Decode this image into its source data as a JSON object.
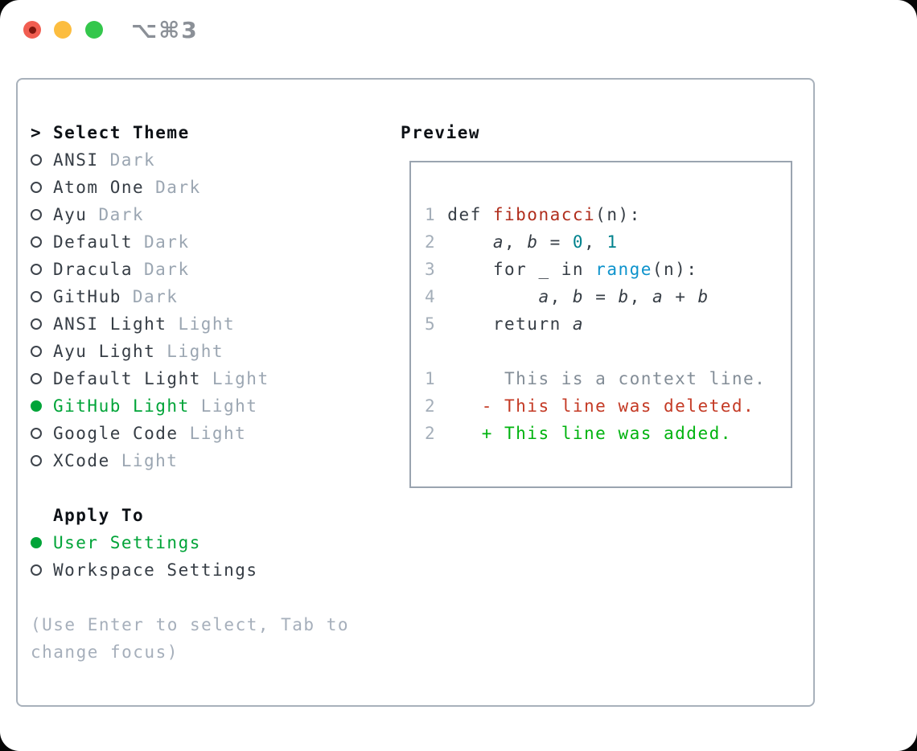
{
  "titlebar": {
    "shortcut": "⌥⌘3"
  },
  "colors": {
    "accent_green": "#00a438",
    "added_green": "#00b30f",
    "deleted_red": "#c43a25",
    "function_red": "#b02d1c",
    "number_teal": "#00828d",
    "call_blue": "#0e93cc",
    "text_dark": "#363d45",
    "muted_variant": "#9ba6b2",
    "hint_gray": "#a6afbb",
    "line_number_gray": "#a4aeb9",
    "context_gray": "#838d97"
  },
  "theme_picker": {
    "header_marker": ">",
    "header": "Select Theme",
    "items": [
      {
        "name": "ANSI",
        "variant": "Dark",
        "selected": false
      },
      {
        "name": "Atom One",
        "variant": "Dark",
        "selected": false
      },
      {
        "name": "Ayu",
        "variant": "Dark",
        "selected": false
      },
      {
        "name": "Default",
        "variant": "Dark",
        "selected": false
      },
      {
        "name": "Dracula",
        "variant": "Dark",
        "selected": false
      },
      {
        "name": "GitHub",
        "variant": "Dark",
        "selected": false
      },
      {
        "name": "ANSI Light",
        "variant": "Light",
        "selected": false
      },
      {
        "name": "Ayu Light",
        "variant": "Light",
        "selected": false
      },
      {
        "name": "Default Light",
        "variant": "Light",
        "selected": false
      },
      {
        "name": "GitHub Light",
        "variant": "Light",
        "selected": true
      },
      {
        "name": "Google Code",
        "variant": "Light",
        "selected": false
      },
      {
        "name": "XCode",
        "variant": "Light",
        "selected": false
      }
    ]
  },
  "apply_to": {
    "header": "Apply To",
    "options": [
      {
        "label": "User Settings",
        "selected": true
      },
      {
        "label": "Workspace Settings",
        "selected": false
      }
    ]
  },
  "hint": {
    "line1": "(Use Enter to select, Tab to",
    "line2": "change focus)"
  },
  "preview": {
    "header": "Preview",
    "code_lines": [
      {
        "segments": [
          [
            "1",
            "ln"
          ],
          [
            " def ",
            "t"
          ],
          [
            "fibonacci",
            "fn"
          ],
          [
            "(n):",
            "t"
          ]
        ]
      },
      {
        "segments": [
          [
            "2",
            "ln"
          ],
          [
            "     ",
            "t"
          ],
          [
            "a",
            "var"
          ],
          [
            ", ",
            "t"
          ],
          [
            "b",
            "var"
          ],
          [
            " = ",
            "t"
          ],
          [
            "0",
            "num"
          ],
          [
            ", ",
            "t"
          ],
          [
            "1",
            "num"
          ]
        ]
      },
      {
        "segments": [
          [
            "3",
            "ln"
          ],
          [
            "     for _ in ",
            "t"
          ],
          [
            "range",
            "call"
          ],
          [
            "(n):",
            "t"
          ]
        ]
      },
      {
        "segments": [
          [
            "4",
            "ln"
          ],
          [
            "         ",
            "t"
          ],
          [
            "a",
            "var"
          ],
          [
            ", ",
            "t"
          ],
          [
            "b",
            "var"
          ],
          [
            " = ",
            "t"
          ],
          [
            "b",
            "var"
          ],
          [
            ", ",
            "t"
          ],
          [
            "a",
            "var"
          ],
          [
            " + ",
            "t"
          ],
          [
            "b",
            "var"
          ]
        ]
      },
      {
        "segments": [
          [
            "5",
            "ln"
          ],
          [
            "     return ",
            "t"
          ],
          [
            "a",
            "var"
          ]
        ]
      },
      {
        "segments": []
      },
      {
        "segments": [
          [
            "1",
            "ln"
          ],
          [
            "      This is a context line.",
            "ctx"
          ]
        ]
      },
      {
        "segments": [
          [
            "2",
            "ln"
          ],
          [
            "    - This line was deleted.",
            "del"
          ]
        ]
      },
      {
        "segments": [
          [
            "2",
            "ln"
          ],
          [
            "    + This line was added.",
            "add"
          ]
        ]
      }
    ]
  }
}
